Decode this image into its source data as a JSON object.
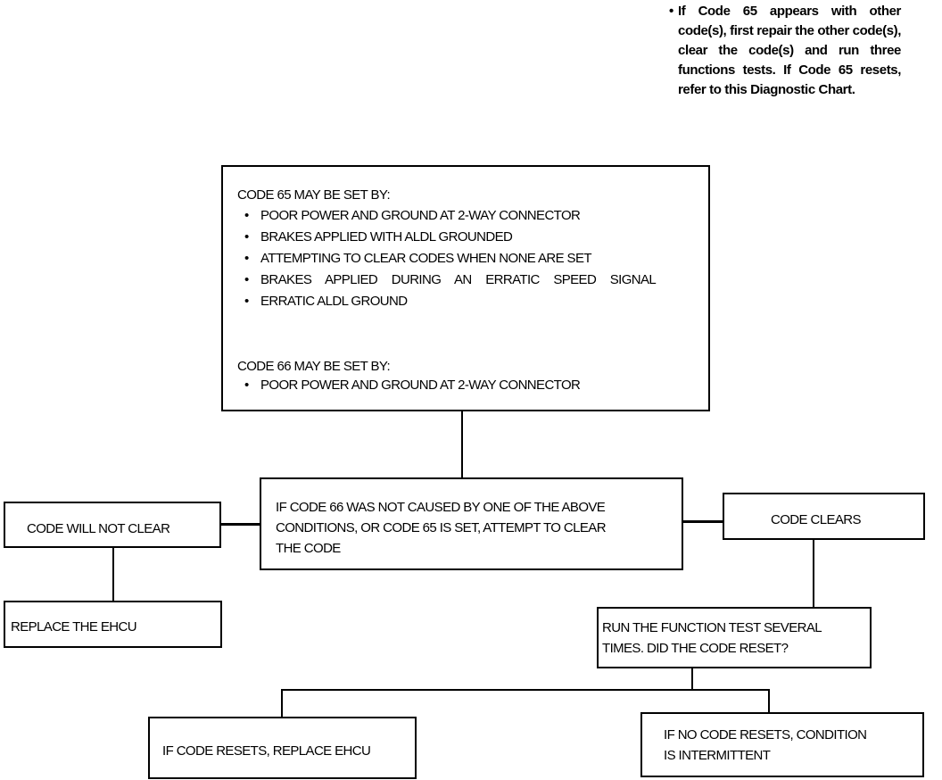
{
  "note": {
    "bullet": "•",
    "text": "If Code 65 appears with other code(s), first repair the other code(s), clear the code(s) and run three functions tests. If Code 65 resets, refer to this Diagnostic Chart."
  },
  "causes_box": {
    "code65_heading": "CODE 65 MAY BE SET BY:",
    "code65_items": [
      "POOR POWER AND GROUND AT 2-WAY CONNECTOR",
      "BRAKES APPLIED WITH ALDL GROUNDED",
      "ATTEMPTING TO CLEAR CODES WHEN NONE ARE SET",
      "BRAKES APPLIED DURING AN ERRATIC SPEED SIGNAL",
      "ERRATIC ALDL GROUND"
    ],
    "code66_heading": "CODE 66 MAY BE SET BY:",
    "code66_items": [
      "POOR POWER AND GROUND AT 2-WAY CONNECTOR"
    ]
  },
  "nodes": {
    "attempt_clear": [
      "IF CODE 66 WAS NOT CAUSED BY ONE OF THE ABOVE",
      "CONDITIONS, OR CODE 65 IS SET, ATTEMPT TO CLEAR",
      "THE CODE"
    ],
    "will_not_clear": "CODE WILL NOT CLEAR",
    "replace_ehcu": "REPLACE THE EHCU",
    "code_clears": "CODE CLEARS",
    "run_test": [
      "RUN THE FUNCTION TEST SEVERAL",
      "TIMES. DID THE CODE RESET?"
    ],
    "resets": "IF CODE RESETS, REPLACE EHCU",
    "no_resets": [
      "IF NO CODE RESETS, CONDITION",
      "IS INTERMITTENT"
    ]
  }
}
